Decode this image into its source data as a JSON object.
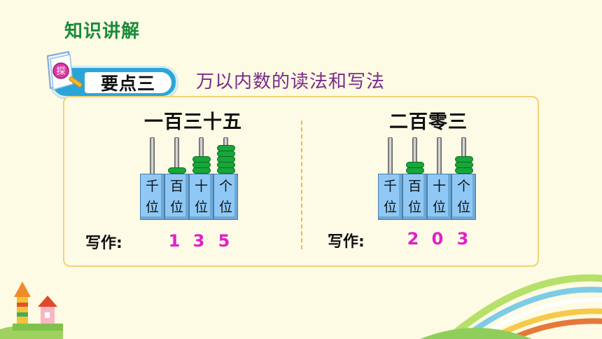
{
  "section_title": "知识讲解",
  "badge": {
    "icon_text": "探",
    "label": "要点三"
  },
  "headline": "万以内数的读法和写法",
  "write_label": "写作:",
  "examples": [
    {
      "name": "一百三十五",
      "places": [
        {
          "top": "千",
          "bottom": "位",
          "beads": 0
        },
        {
          "top": "百",
          "bottom": "位",
          "beads": 1
        },
        {
          "top": "十",
          "bottom": "位",
          "beads": 3
        },
        {
          "top": "个",
          "bottom": "位",
          "beads": 5
        }
      ],
      "digits": [
        "1",
        "3",
        "5"
      ]
    },
    {
      "name": "二百零三",
      "places": [
        {
          "top": "千",
          "bottom": "位",
          "beads": 0
        },
        {
          "top": "百",
          "bottom": "位",
          "beads": 2
        },
        {
          "top": "十",
          "bottom": "位",
          "beads": 0
        },
        {
          "top": "个",
          "bottom": "位",
          "beads": 3
        }
      ],
      "digits": [
        "2",
        "0",
        "3"
      ]
    }
  ],
  "colors": {
    "title": "#1a8a3a",
    "headline": "#7a2a8a",
    "digit": "#e020c8",
    "bead": "#17a63a",
    "badge": "#2aa5d8"
  }
}
